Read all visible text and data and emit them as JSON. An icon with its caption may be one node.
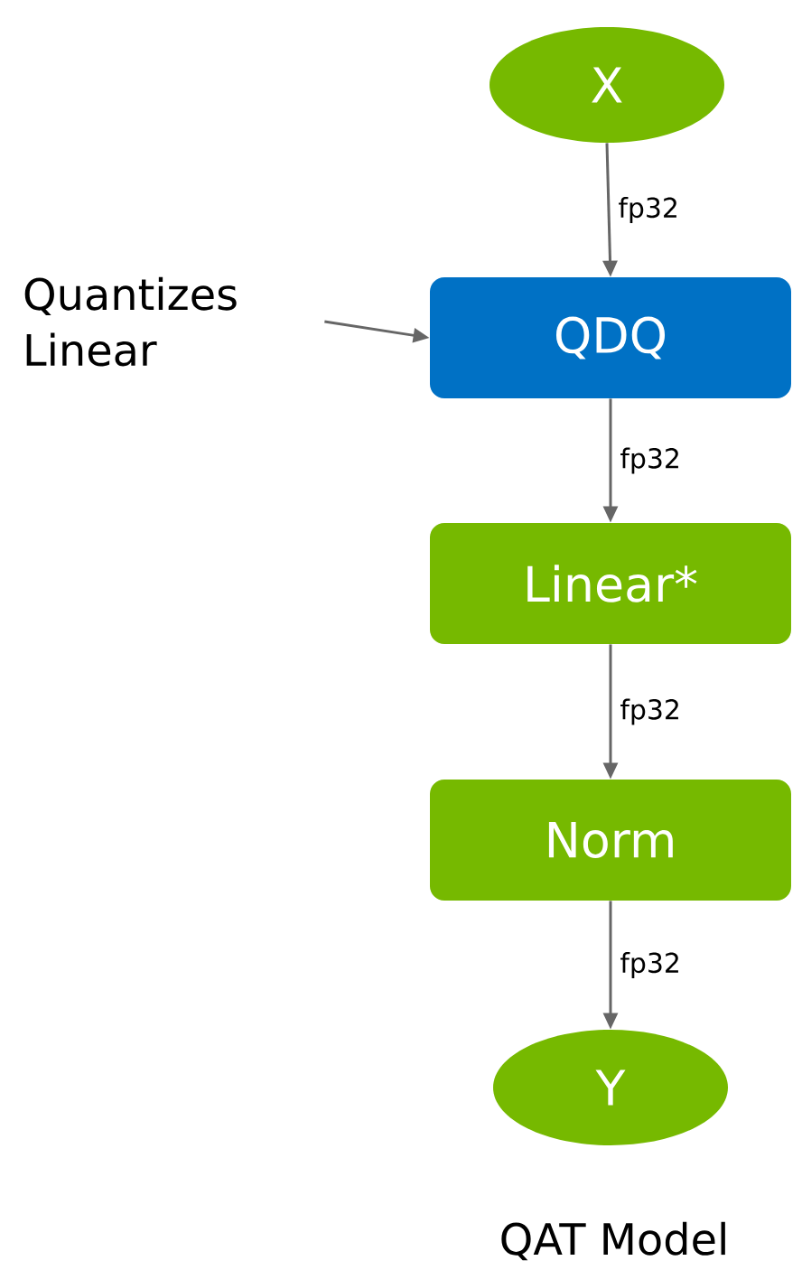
{
  "diagram": {
    "caption": "QAT Model",
    "nodes": [
      {
        "text": [
          "X"
        ]
      },
      {
        "text": [
          "QDQ"
        ]
      },
      {
        "text": [
          "Linear*"
        ]
      },
      {
        "text": [
          "Norm"
        ]
      },
      {
        "text": [
          "Y"
        ]
      },
      {
        "text": [
          "Quantizes Linear"
        ]
      }
    ],
    "edges": [
      {
        "from": 0,
        "to": 1,
        "arrow": "to",
        "label": "fp32"
      },
      {
        "from": 1,
        "to": 2,
        "arrow": "to",
        "label": "fp32"
      },
      {
        "from": 2,
        "to": 3,
        "arrow": "to",
        "label": "fp32"
      },
      {
        "from": 3,
        "to": 4,
        "arrow": "to",
        "label": "fp32"
      },
      {
        "from": 5,
        "to": 1,
        "arrow": "to"
      }
    ]
  }
}
